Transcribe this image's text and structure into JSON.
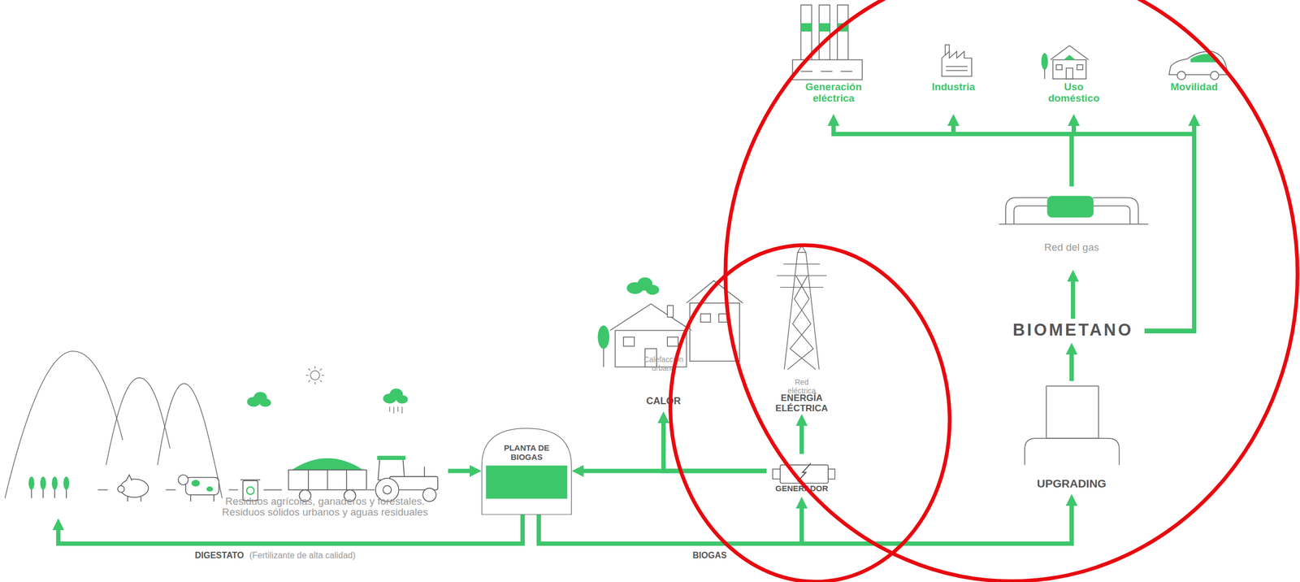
{
  "diagram": {
    "nodes": [
      {
        "text": [
          "Generación eléctrica"
        ]
      },
      {
        "text": [
          "Industria"
        ]
      },
      {
        "text": [
          "Uso doméstico"
        ]
      },
      {
        "text": [
          "Movilidad"
        ]
      },
      {
        "text": [
          "Red del gas"
        ]
      },
      {
        "text": [
          "BIOMETANO"
        ]
      },
      {
        "text": [
          "Calefacción urbana",
          "CALOR"
        ]
      },
      {
        "text": [
          "Red eléctrica",
          "ENERGÍA ELÉCTRICA"
        ]
      },
      {
        "text": [
          "Residuos agrícolas, ganaderos y forestales. Residuos sólidos urbanos y aguas residuales"
        ]
      },
      {
        "text": [
          "PLANTA DE BIOGAS"
        ]
      },
      {
        "text": [
          "GENERADOR"
        ]
      },
      {
        "text": [
          "UPGRADING"
        ]
      }
    ],
    "edges": [
      {
        "from": 8,
        "to": 9,
        "arrow": "to"
      },
      {
        "from": 9,
        "to": 8,
        "label": "DIGESTATO",
        "arrow": "to"
      },
      {
        "from": 9,
        "to": 10,
        "label": "BIOGAS",
        "arrow": "to"
      },
      {
        "from": 9,
        "to": 11,
        "arrow": "to"
      },
      {
        "from": 10,
        "to": 9,
        "arrow": "to"
      },
      {
        "from": 10,
        "to": 6,
        "arrow": "to"
      },
      {
        "from": 10,
        "to": 7,
        "arrow": "to"
      },
      {
        "from": 11,
        "to": 5,
        "arrow": "to"
      },
      {
        "from": 5,
        "to": 4,
        "arrow": "to"
      },
      {
        "from": 4,
        "to": 0,
        "arrow": "to"
      },
      {
        "from": 4,
        "to": 1,
        "arrow": "to"
      },
      {
        "from": 4,
        "to": 2,
        "arrow": "to"
      },
      {
        "from": 4,
        "to": 3,
        "arrow": "to"
      },
      {
        "from": 5,
        "to": 0,
        "arrow": "to"
      },
      {
        "from": 5,
        "to": 1,
        "arrow": "to"
      },
      {
        "from": 5,
        "to": 2,
        "arrow": "to"
      },
      {
        "from": 5,
        "to": 3,
        "arrow": "to"
      }
    ],
    "labels": [
      "(Fertilizante de alta calidad)"
    ]
  }
}
